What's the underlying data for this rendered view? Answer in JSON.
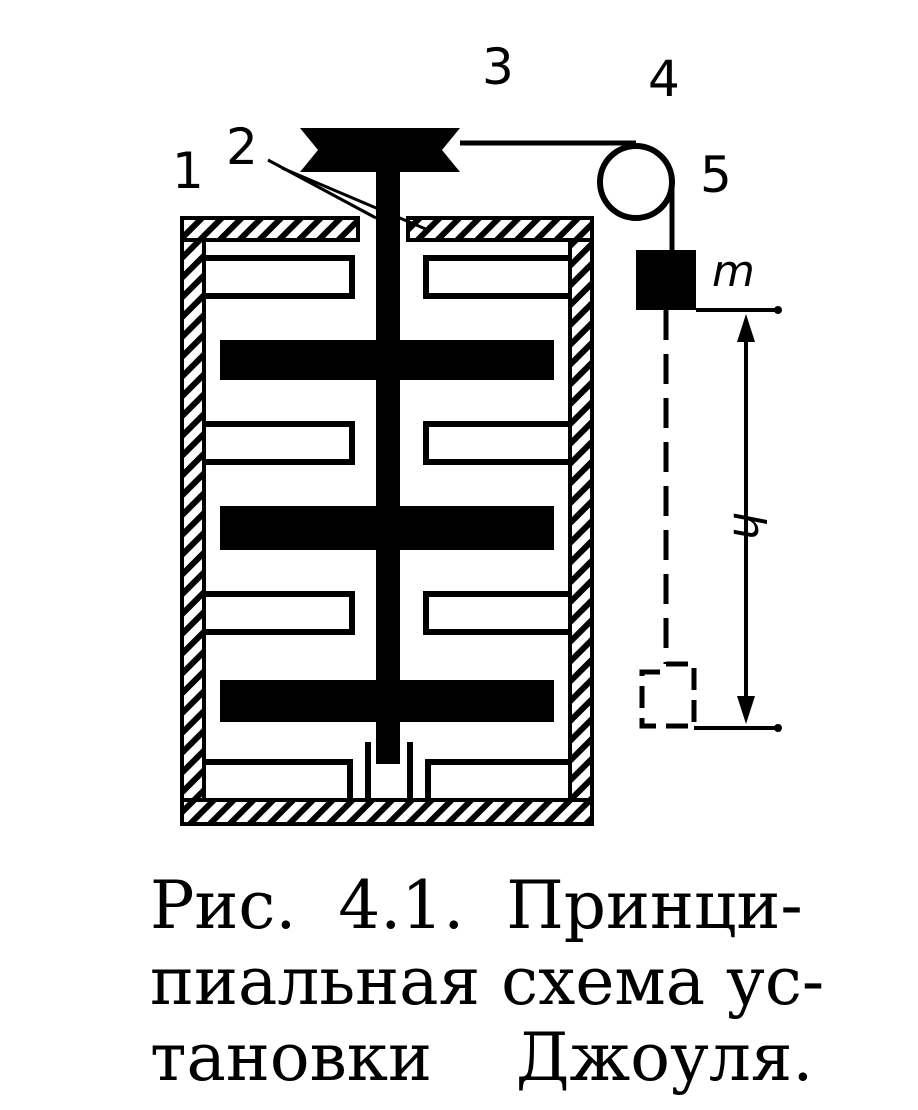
{
  "diagram": {
    "labels": {
      "casing": "1",
      "shaft": "2",
      "stator": "3",
      "pulley": "4",
      "weight": "5",
      "mass": "m",
      "height": "h"
    }
  },
  "caption": {
    "lines": [
      "Рис.  4.1.  Принци-",
      "пиальная схема ус-",
      "тановки    Джоуля."
    ]
  }
}
